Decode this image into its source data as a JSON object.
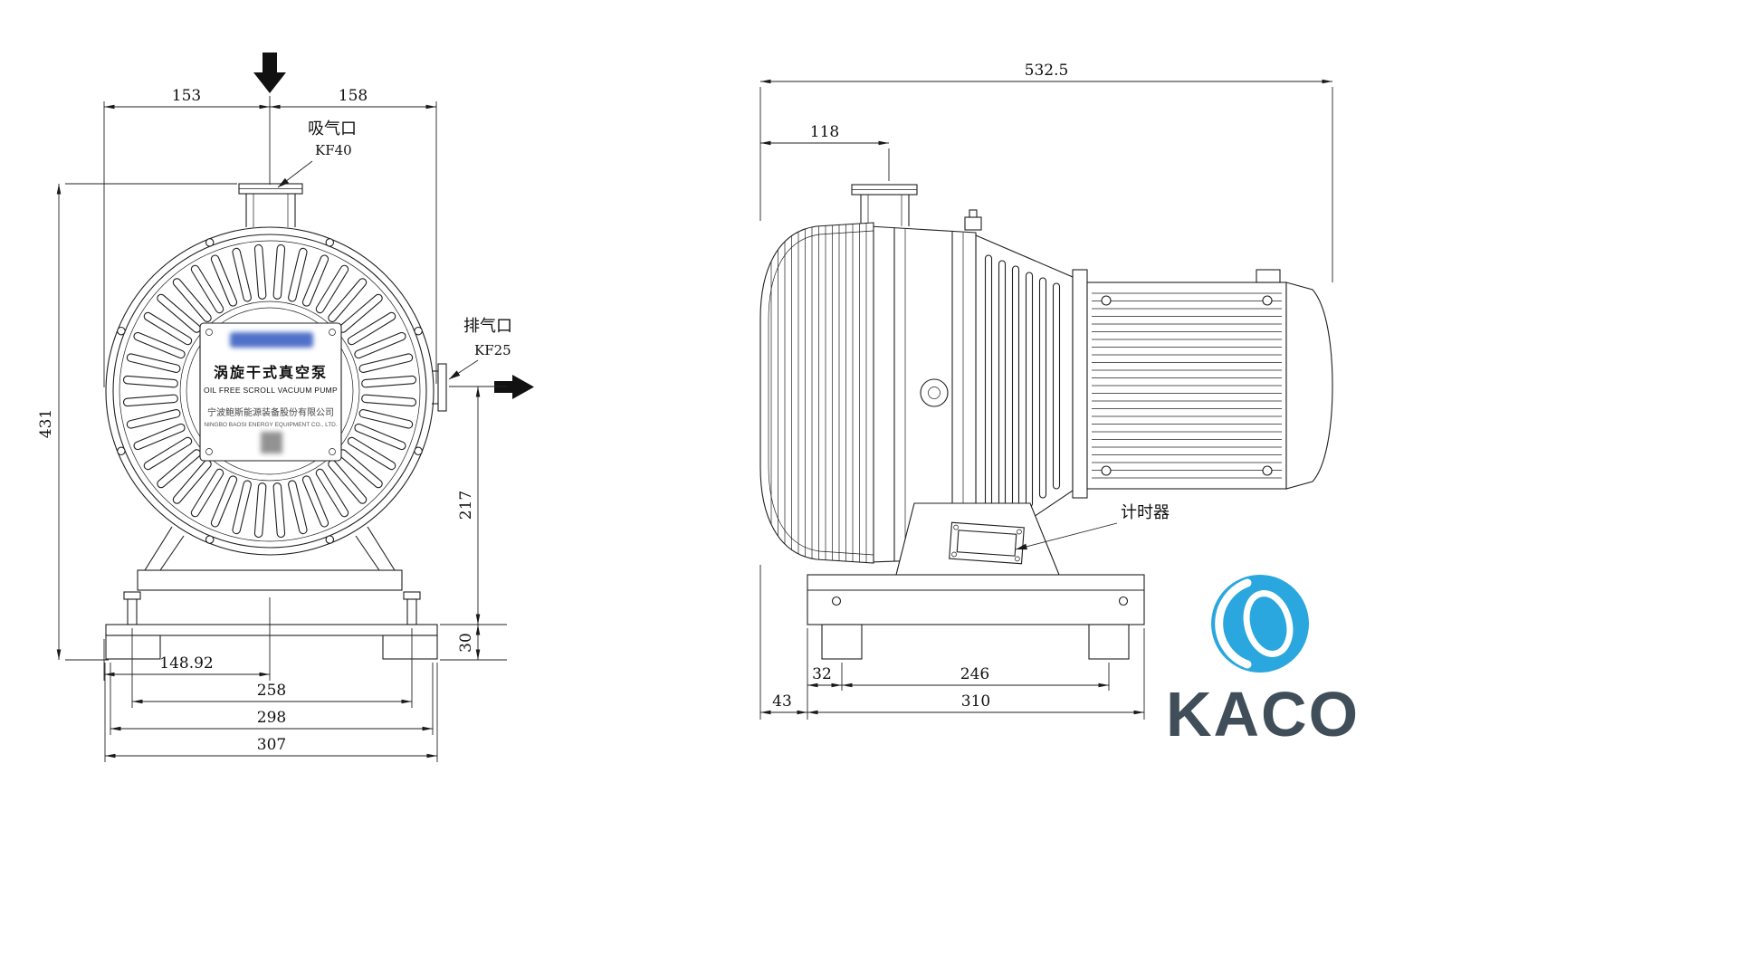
{
  "front_view": {
    "port_labels": {
      "intake_name": "吸气口",
      "intake_size": "KF40",
      "exhaust_name": "排气口",
      "exhaust_size": "KF25"
    },
    "dimensions": {
      "top_left": "153",
      "top_right": "158",
      "overall_height": "431",
      "exhaust_center_height": "217",
      "foot_height": "30",
      "center_offset": "148.92",
      "bolt_spacing": "258",
      "base_inner_width": "298",
      "base_width": "307"
    },
    "nameplate": {
      "product_cn": "涡旋干式真空泵",
      "product_en": "OIL FREE SCROLL VACUUM PUMP",
      "company_cn": "宁波鲍斯能源装备股份有限公司",
      "company_en": "NINGBO BAOSI ENERGY EQUIPMENT CO., LTD."
    }
  },
  "side_view": {
    "dimensions": {
      "overall_length": "532.5",
      "intake_offset": "118",
      "edge_to_bolt": "32",
      "bolt_spacing": "246",
      "base_offset": "43",
      "base_length": "310"
    },
    "labels": {
      "hour_meter": "计时器"
    }
  },
  "brand": {
    "name": "KACO"
  },
  "colors": {
    "brand_blue": "#2AA7DE",
    "brand_text": "#3F4E58",
    "nameplate_blur": "#3058C0",
    "logo_blur": "#777777"
  }
}
